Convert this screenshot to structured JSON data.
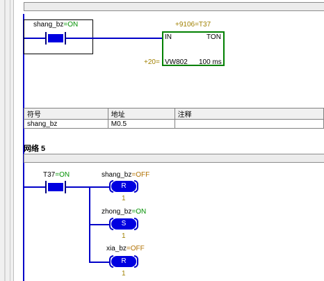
{
  "network4": {
    "contact_symbol": "shang_bz",
    "contact_state": "=ON",
    "timer": {
      "address_label": "+9106=T37",
      "in_label": "IN",
      "type_label": "TON",
      "pt_value": "+20=",
      "pt_operand": "VW802",
      "resolution": "100 ms"
    }
  },
  "symbol_table": {
    "headers": [
      "符号",
      "地址",
      "注释"
    ],
    "rows": [
      [
        "shang_bz",
        "M0.5",
        ""
      ]
    ]
  },
  "network5": {
    "title": "网络 5",
    "contact_symbol": "T37",
    "contact_state": "=ON",
    "coils": [
      {
        "symbol": "shang_bz",
        "state": "=OFF",
        "op": "R",
        "count": "1"
      },
      {
        "symbol": "zhong_bz",
        "state": "=ON",
        "op": "S",
        "count": "1"
      },
      {
        "symbol": "xia_bz",
        "state": "=OFF",
        "op": "R",
        "count": "1"
      }
    ]
  },
  "colors": {
    "wire": "#0000c8",
    "on": "#009000",
    "off": "#b07000",
    "timer_box": "#008000"
  }
}
